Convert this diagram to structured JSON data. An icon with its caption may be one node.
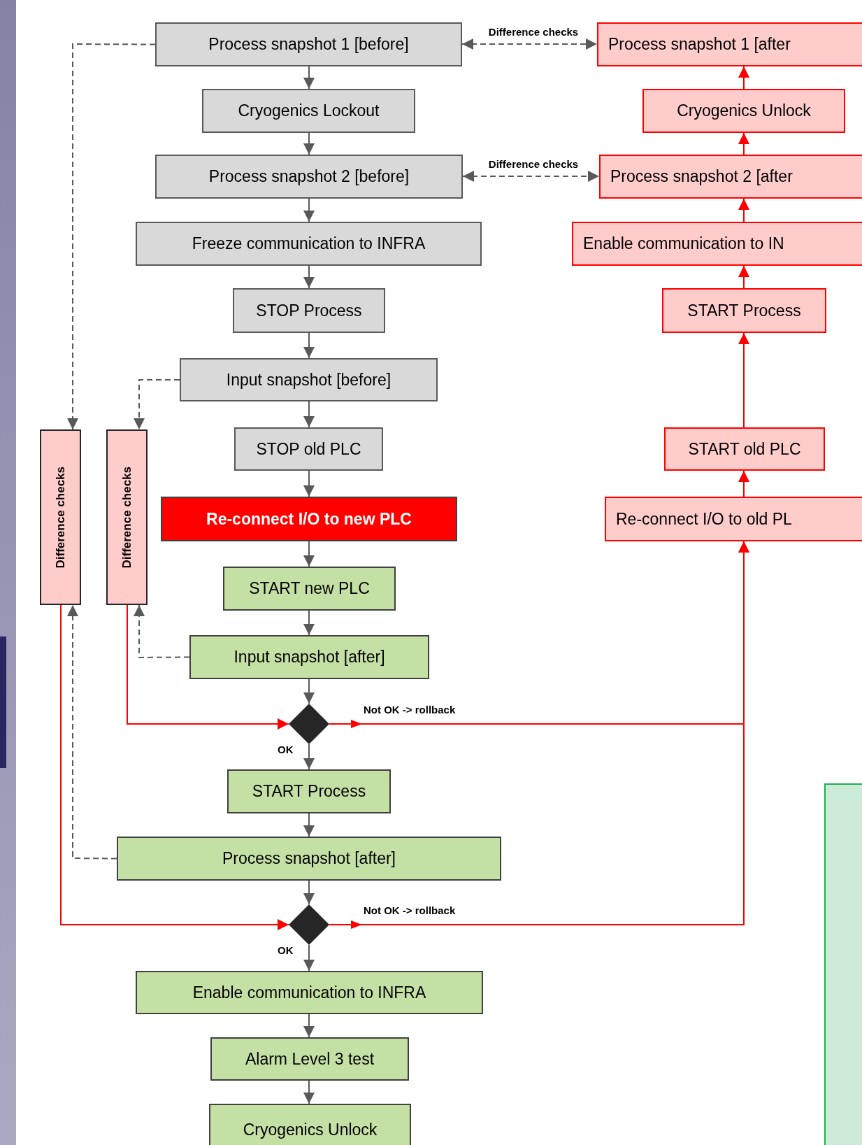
{
  "diagram": {
    "nodes": [
      {
        "text": [
          "Process snapshot 1 [before]"
        ]
      },
      {
        "text": [
          "Cryogenics Lockout"
        ]
      },
      {
        "text": [
          "Process snapshot 2 [before]"
        ]
      },
      {
        "text": [
          "Freeze communication to INFRA"
        ]
      },
      {
        "text": [
          "STOP Process"
        ]
      },
      {
        "text": [
          "Input snapshot [before]"
        ]
      },
      {
        "text": [
          "STOP old PLC"
        ]
      },
      {
        "text": [
          "Re-connect I/O to new PLC"
        ]
      },
      {
        "text": [
          "START new PLC"
        ]
      },
      {
        "text": [
          "Input snapshot [after]"
        ]
      },
      {
        "text": [],
        "shape": "diamond"
      },
      {
        "text": [
          "START Process"
        ]
      },
      {
        "text": [
          "Process snapshot [after]"
        ]
      },
      {
        "text": [],
        "shape": "diamond"
      },
      {
        "text": [
          "Enable communication to INFRA"
        ]
      },
      {
        "text": [
          "Alarm Level 3 test"
        ]
      },
      {
        "text": [
          "Cryogenics Unlock"
        ]
      },
      {
        "text": [
          "Difference checks"
        ]
      },
      {
        "text": [
          "Difference checks"
        ]
      },
      {
        "text": [
          "Process snapshot 1 [after"
        ]
      },
      {
        "text": [
          "Cryogenics Unlock"
        ]
      },
      {
        "text": [
          "Process snapshot 2 [after"
        ]
      },
      {
        "text": [
          "Enable communication to IN"
        ]
      },
      {
        "text": [
          "START Process"
        ]
      },
      {
        "text": [
          "START old PLC"
        ]
      },
      {
        "text": [
          "Re-connect I/O to old PL"
        ]
      },
      {
        "text": [],
        "shape": "box"
      }
    ],
    "edges": [
      {
        "from": 0,
        "to": 1,
        "arrow": "to"
      },
      {
        "from": 1,
        "to": 2,
        "arrow": "to"
      },
      {
        "from": 2,
        "to": 3,
        "arrow": "to"
      },
      {
        "from": 3,
        "to": 4,
        "arrow": "to"
      },
      {
        "from": 4,
        "to": 5,
        "arrow": "to"
      },
      {
        "from": 5,
        "to": 6,
        "arrow": "to"
      },
      {
        "from": 6,
        "to": 7,
        "arrow": "to"
      },
      {
        "from": 7,
        "to": 8,
        "arrow": "to"
      },
      {
        "from": 8,
        "to": 9,
        "arrow": "to"
      },
      {
        "from": 9,
        "to": 10,
        "arrow": "to"
      },
      {
        "from": 10,
        "to": 11,
        "arrow": "to",
        "label": "OK"
      },
      {
        "from": 11,
        "to": 12,
        "arrow": "to"
      },
      {
        "from": 12,
        "to": 13,
        "arrow": "to"
      },
      {
        "from": 13,
        "to": 14,
        "arrow": "to",
        "label": "OK"
      },
      {
        "from": 14,
        "to": 15,
        "arrow": "to"
      },
      {
        "from": 15,
        "to": 16,
        "arrow": "to"
      },
      {
        "from": 0,
        "to": 19,
        "arrow": "both",
        "style": "dashed",
        "label": "Difference checks"
      },
      {
        "from": 2,
        "to": 21,
        "arrow": "both",
        "style": "dashed",
        "label": "Difference checks"
      },
      {
        "from": 0,
        "to": 17,
        "arrow": "to",
        "style": "dashed"
      },
      {
        "from": 5,
        "to": 18,
        "arrow": "to",
        "style": "dashed"
      },
      {
        "from": 9,
        "to": 18,
        "arrow": "to",
        "style": "dashed"
      },
      {
        "from": 12,
        "to": 17,
        "arrow": "to",
        "style": "dashed"
      },
      {
        "from": 18,
        "to": 10,
        "arrow": "to",
        "color": "#ff0000"
      },
      {
        "from": 17,
        "to": 13,
        "arrow": "to",
        "color": "#ff0000"
      },
      {
        "from": 10,
        "to": 25,
        "arrow": "to",
        "color": "#ff0000",
        "label": "Not OK -> rollback"
      },
      {
        "from": 13,
        "to": 25,
        "arrow": "to",
        "color": "#ff0000",
        "label": "Not OK -> rollback"
      },
      {
        "from": 25,
        "to": 24,
        "arrow": "to",
        "color": "#ff0000"
      },
      {
        "from": 24,
        "to": 23,
        "arrow": "to",
        "color": "#ff0000"
      },
      {
        "from": 23,
        "to": 22,
        "arrow": "to",
        "color": "#ff0000"
      },
      {
        "from": 22,
        "to": 21,
        "arrow": "to",
        "color": "#ff0000"
      },
      {
        "from": 21,
        "to": 20,
        "arrow": "to",
        "color": "#ff0000"
      },
      {
        "from": 20,
        "to": 19,
        "arrow": "to",
        "color": "#ff0000"
      }
    ]
  }
}
